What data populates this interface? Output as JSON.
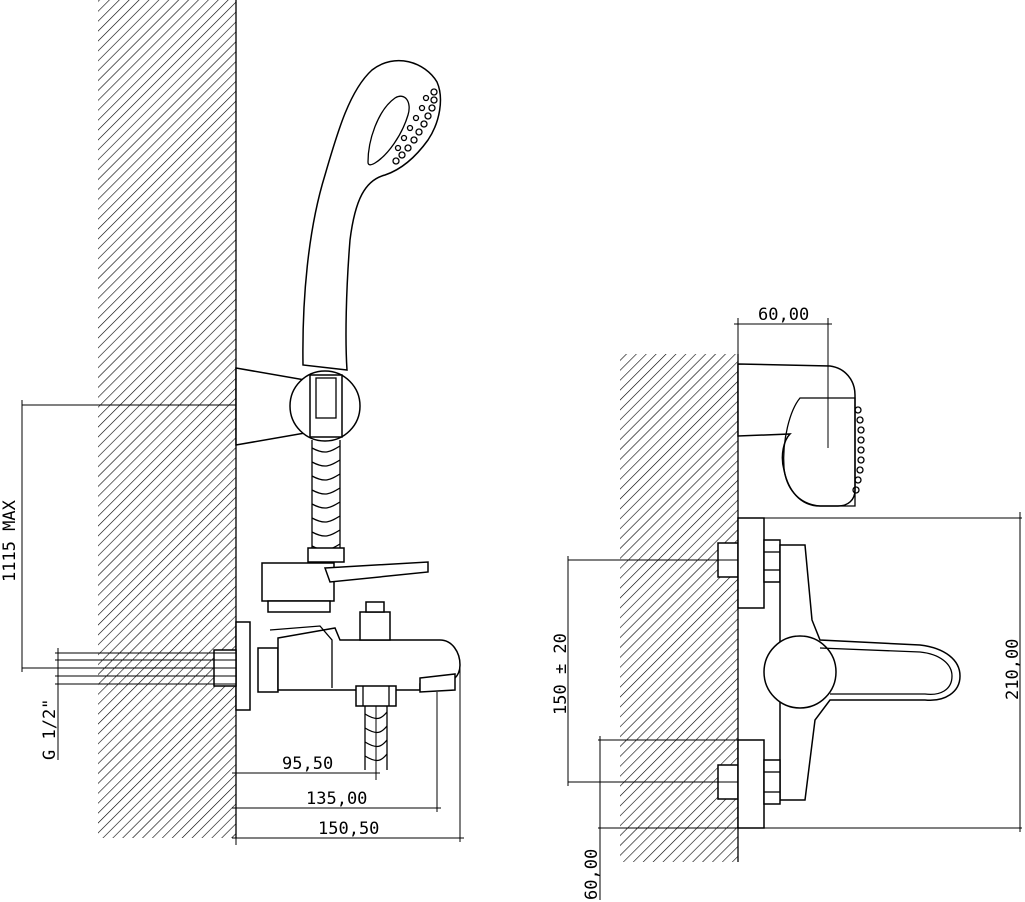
{
  "left_view": {
    "dim_height": "1115 MAX",
    "dim_thread": "G 1/2\"",
    "dim_spout_1": "95,50",
    "dim_spout_2": "135,00",
    "dim_spout_3": "150,50"
  },
  "right_view": {
    "dim_top": "60,00",
    "dim_centers": "150 ± 20",
    "dim_total": "210,00",
    "dim_bottom": "60,00"
  }
}
